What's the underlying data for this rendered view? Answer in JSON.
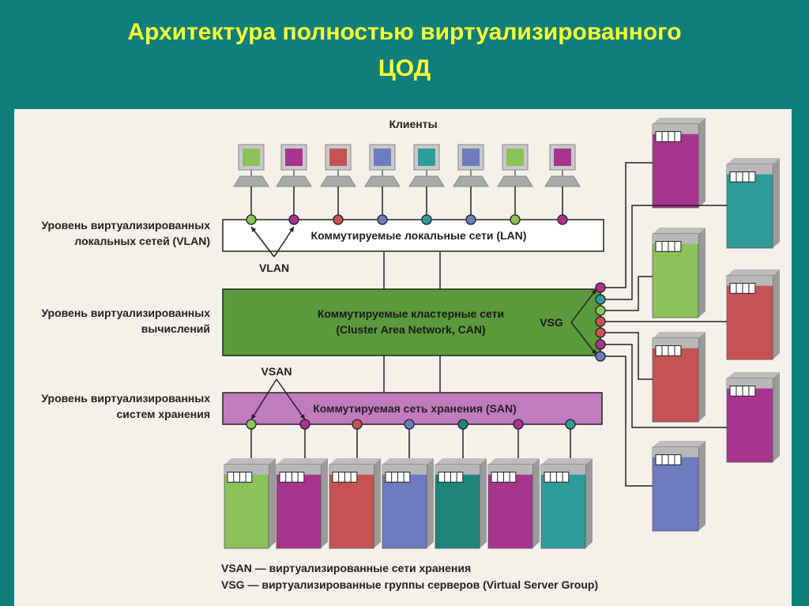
{
  "title": {
    "line1": "Архитектура  полностью виртуализированного",
    "line2": "ЦОД"
  },
  "diagram": {
    "clients_label": "Клиенты",
    "levels": {
      "vlan_1": "Уровень виртуализированных",
      "vlan_2": "локальных сетей (VLAN)",
      "comp_1": "Уровень виртуализированных",
      "comp_2": "вычислений",
      "stor_1": "Уровень виртуализированных",
      "stor_2": "систем хранения"
    },
    "lan_label": "Коммутируемые локальные сети (LAN)",
    "vlan_label": "VLAN",
    "can_1": "Коммутируемые кластерные сети",
    "can_2": "(Cluster Area Network, CAN)",
    "vsg_label": "VSG",
    "vsan_label": "VSAN",
    "san_label": "Коммутируемая сеть хранения (SAN)",
    "legend_1": "VSAN — виртуализированные сети хранения",
    "legend_2": "VSG — виртуализированные группы серверов  (Virtual Server Group)"
  },
  "colors": {
    "title": "#ffff33",
    "background": "#0e7f7b",
    "can_box": "#5a9a3c",
    "san_box": "#c27bbf",
    "green": "#8cc259",
    "magenta": "#a8348f",
    "red": "#c65353",
    "blue": "#6d7bbf",
    "teal": "#2e9c9a",
    "dark_teal": "#1f8378"
  }
}
